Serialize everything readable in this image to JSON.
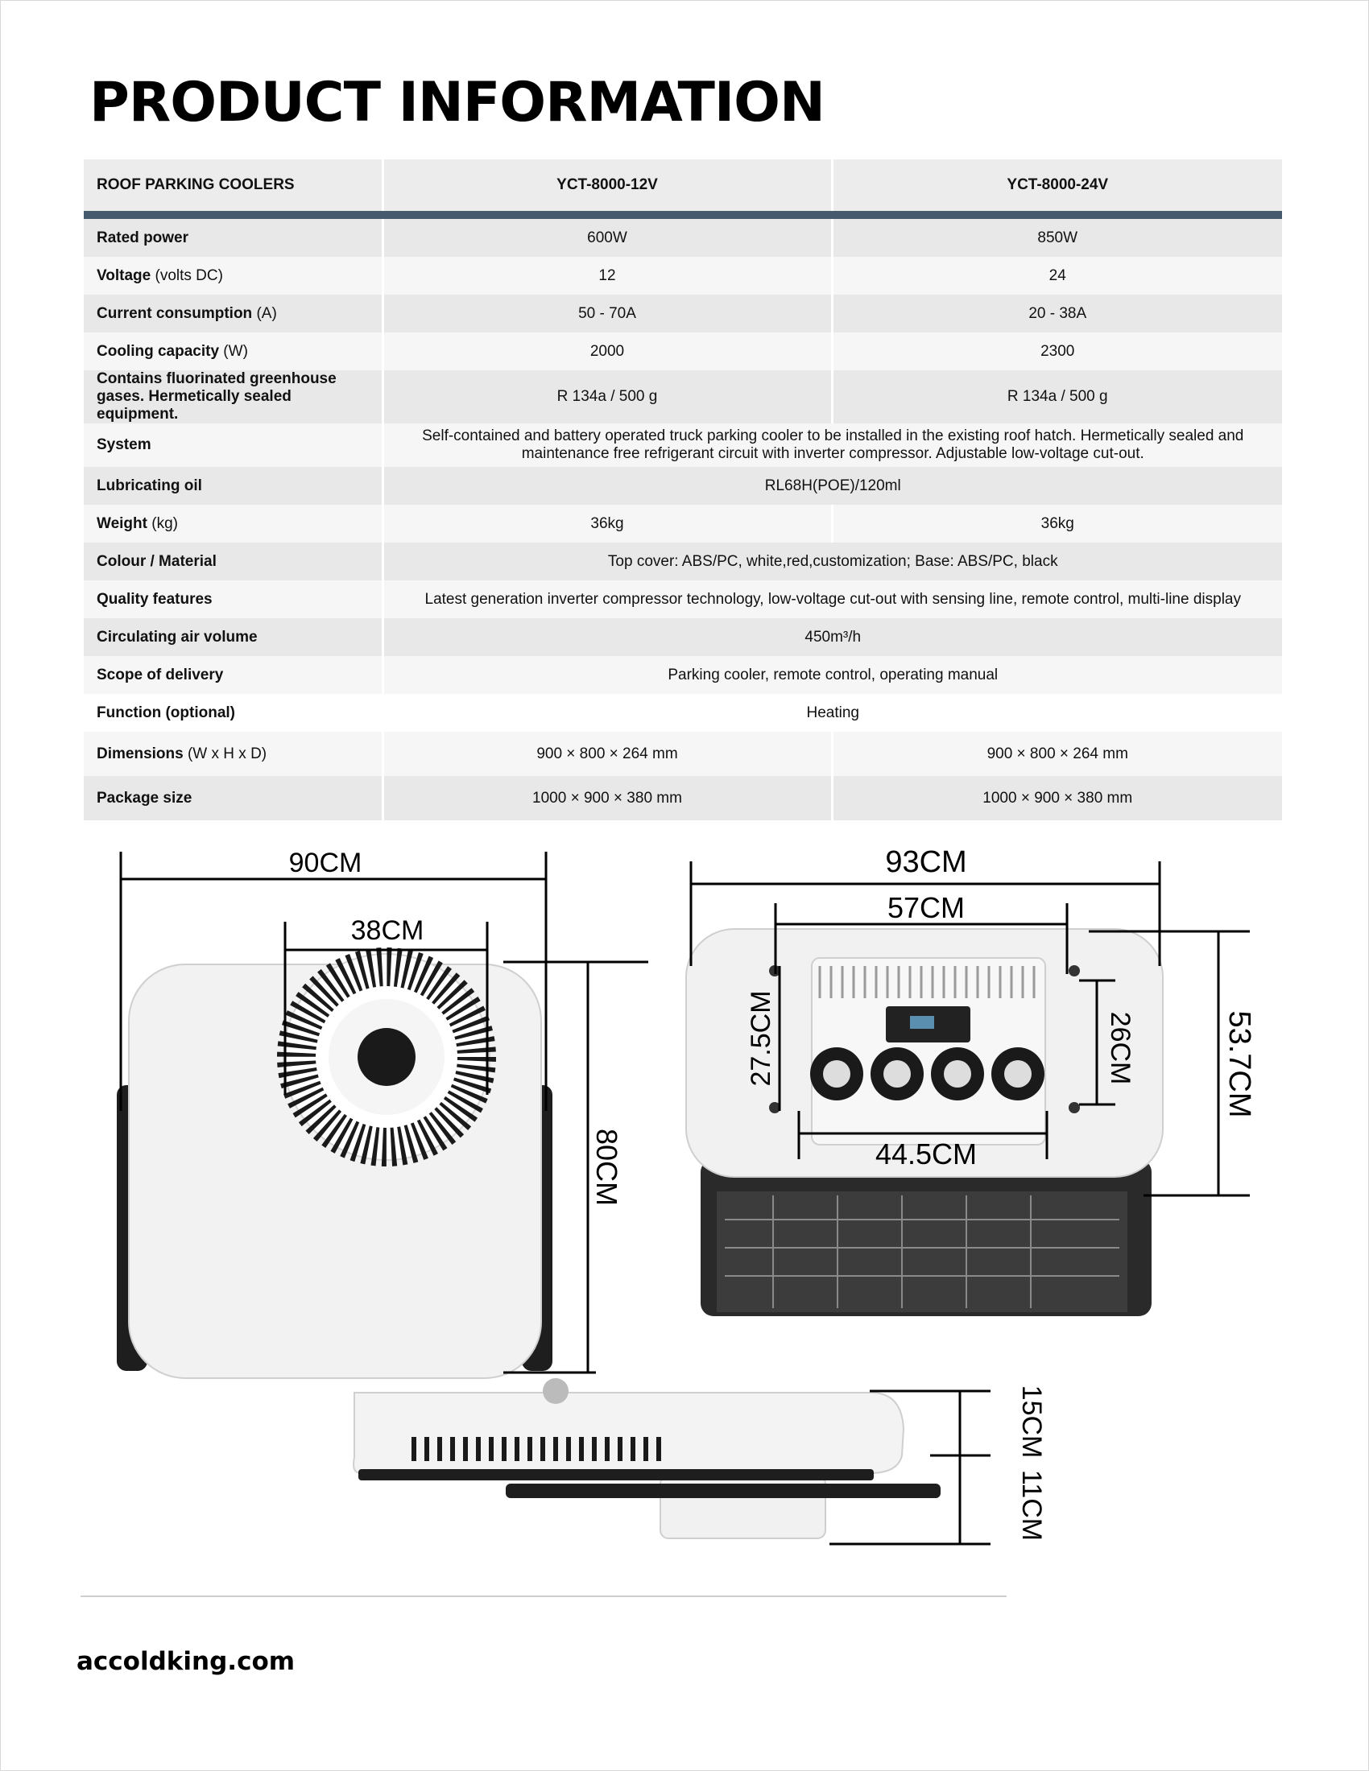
{
  "title": "PRODUCT INFORMATION",
  "table": {
    "headers": [
      "ROOF PARKING COOLERS",
      "YCT-8000-12V",
      "YCT-8000-24V"
    ],
    "rows": [
      {
        "label": "Rated power",
        "unit": "",
        "v1": "600W",
        "v2": "850W"
      },
      {
        "label": "Voltage",
        "unit": " (volts DC)",
        "v1": "12",
        "v2": "24"
      },
      {
        "label": "Current consumption",
        "unit": " (A)",
        "v1": "50 - 70A",
        "v2": "20 - 38A"
      },
      {
        "label": "Cooling capacity",
        "unit": " (W)",
        "v1": "2000",
        "v2": "2300"
      },
      {
        "label": "Contains fluorinated greenhouse gases. Hermetically sealed equipment.",
        "unit": "",
        "v1": "R 134a / 500 g",
        "v2": "R 134a / 500 g"
      },
      {
        "label": "System",
        "unit": "",
        "span": "Self-contained and battery operated truck parking cooler to be installed in the existing roof hatch. Hermetically sealed and maintenance free refrigerant circuit with inverter compressor. Adjustable low-voltage cut-out."
      },
      {
        "label": "Lubricating oil",
        "unit": "",
        "span": "RL68H(POE)/120ml"
      },
      {
        "label": "Weight",
        "unit": " (kg)",
        "v1": "36kg",
        "v2": "36kg"
      },
      {
        "label": "Colour / Material",
        "unit": "",
        "span": "Top cover: ABS/PC, white,red,customization; Base: ABS/PC, black"
      },
      {
        "label": "Quality features",
        "unit": "",
        "span": "Latest generation inverter compressor technology, low-voltage cut-out with sensing line, remote control, multi-line display"
      },
      {
        "label": "Circulating air volume",
        "unit": "",
        "span": "450m³/h"
      },
      {
        "label": "Scope of delivery",
        "unit": "",
        "span": "Parking cooler, remote control, operating manual"
      },
      {
        "label": "Function (optional)",
        "unit": "",
        "span": "Heating"
      },
      {
        "label": "Dimensions",
        "unit": " (W x H x D)",
        "v1": "900 × 800 × 264 mm",
        "v2": "900 × 800 × 264 mm"
      },
      {
        "label": "Package size",
        "unit": "",
        "v1": "1000 × 900 × 380 mm",
        "v2": "1000 × 900 × 380 mm"
      }
    ]
  },
  "diagrams": {
    "top_view": {
      "width": "90CM",
      "fan": "38CM",
      "depth": "80CM"
    },
    "bottom_view": {
      "width": "93CM",
      "inner_width": "57CM",
      "panel_width": "44.5CM",
      "panel_height_left": "27.5CM",
      "panel_height_right": "26CM",
      "depth": "53.7CM"
    },
    "side_view": {
      "total_height": "15CM",
      "lower_height": "11CM"
    }
  },
  "footer": {
    "website": "accoldking.com"
  },
  "colors": {
    "header_rule": "#465a6e",
    "row_dark": "#e8e8e8",
    "row_light": "#f6f6f6"
  }
}
